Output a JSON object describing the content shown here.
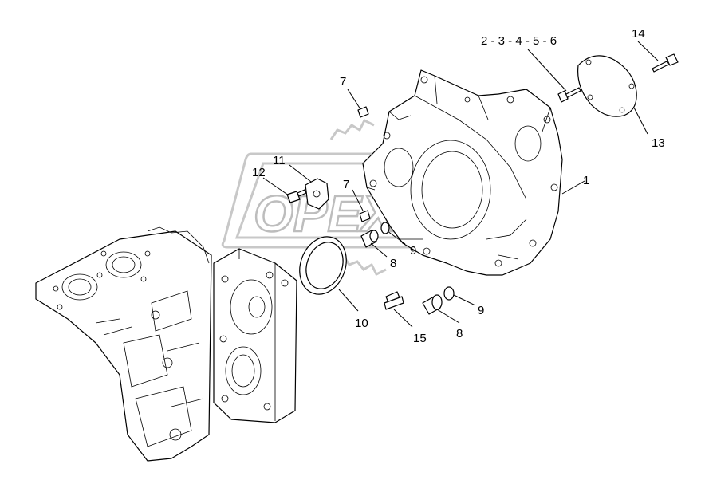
{
  "watermark": {
    "text": "OPEX"
  },
  "callouts": [
    {
      "id": "c1",
      "text": "1"
    },
    {
      "id": "c2",
      "text": "2 - 3 - 4 - 5 - 6"
    },
    {
      "id": "c7a",
      "text": "7"
    },
    {
      "id": "c7b",
      "text": "7"
    },
    {
      "id": "c8a",
      "text": "8"
    },
    {
      "id": "c8b",
      "text": "8"
    },
    {
      "id": "c9a",
      "text": "9"
    },
    {
      "id": "c9b",
      "text": "9"
    },
    {
      "id": "c10",
      "text": "10"
    },
    {
      "id": "c11",
      "text": "11"
    },
    {
      "id": "c12",
      "text": "12"
    },
    {
      "id": "c13",
      "text": "13"
    },
    {
      "id": "c14",
      "text": "14"
    },
    {
      "id": "c15",
      "text": "15"
    }
  ]
}
